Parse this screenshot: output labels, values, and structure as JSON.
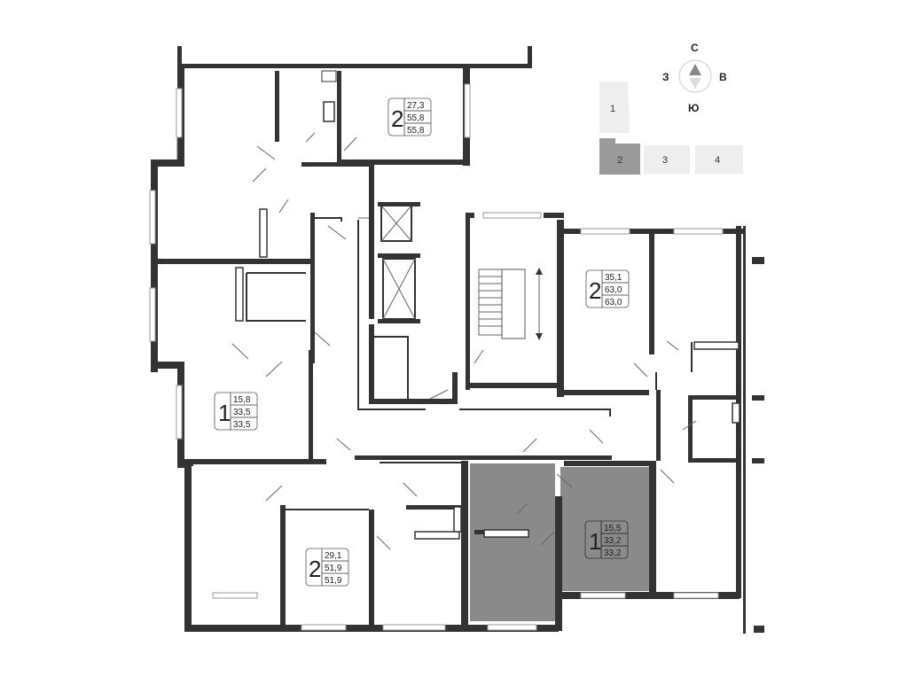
{
  "compass": {
    "north": "С",
    "south": "Ю",
    "west": "З",
    "east": "В"
  },
  "colors": {
    "wall": "#333333",
    "highlight": "#8a8a8a",
    "key_inactive": "#eeeeee",
    "key_active": "#9a9a9a"
  },
  "key_plan": [
    {
      "label": "1",
      "active": false
    },
    {
      "label": "2",
      "active": true
    },
    {
      "label": "3",
      "active": false
    },
    {
      "label": "4",
      "active": false
    }
  ],
  "apartments": [
    {
      "id": "apt-top",
      "rooms": "2",
      "areas": [
        "27,3",
        "55,8",
        "55,8"
      ],
      "highlighted": false
    },
    {
      "id": "apt-right",
      "rooms": "2",
      "areas": [
        "35,1",
        "63,0",
        "63,0"
      ],
      "highlighted": false
    },
    {
      "id": "apt-left",
      "rooms": "1",
      "areas": [
        "15,8",
        "33,5",
        "33,5"
      ],
      "highlighted": false
    },
    {
      "id": "apt-bottom-left",
      "rooms": "2",
      "areas": [
        "29,1",
        "51,9",
        "51,9"
      ],
      "highlighted": false
    },
    {
      "id": "apt-selected",
      "rooms": "1",
      "areas": [
        "15,5",
        "33,2",
        "33,2"
      ],
      "highlighted": true
    }
  ]
}
